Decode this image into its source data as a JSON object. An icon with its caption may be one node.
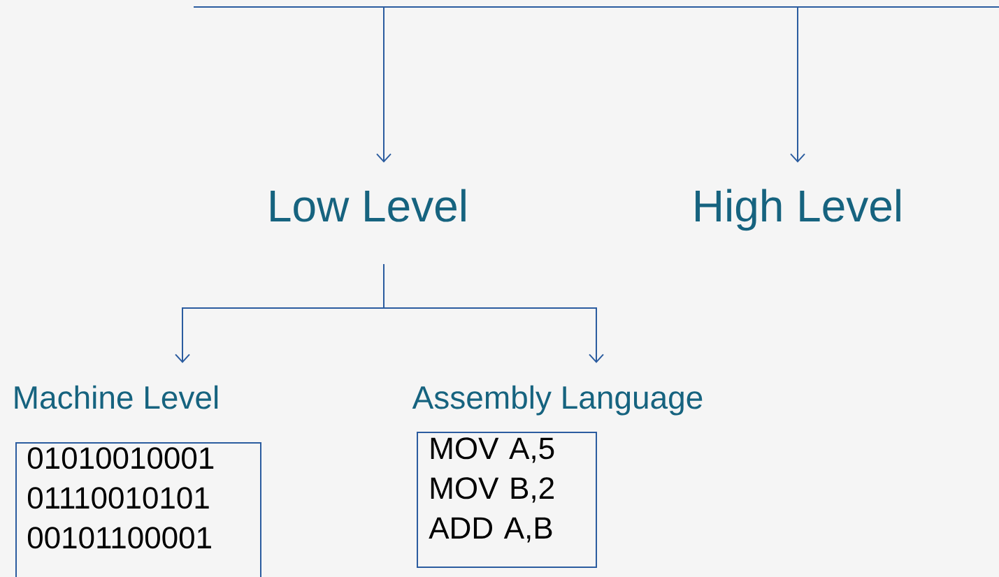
{
  "diagram": {
    "nodes": [
      {
        "text": [
          "Low Level"
        ]
      },
      {
        "text": [
          "High Level"
        ]
      },
      {
        "text": [
          "Machine Level",
          "01010010001 01110010101 00101100001"
        ]
      },
      {
        "text": [
          "Assembly Language",
          "MOV A,5 MOV B,2 ADD A,B"
        ]
      }
    ],
    "edges": [
      {
        "from": null,
        "to": 0,
        "arrow": "to"
      },
      {
        "from": null,
        "to": 1,
        "arrow": "to"
      },
      {
        "from": 0,
        "to": 2,
        "arrow": "to"
      },
      {
        "from": 0,
        "to": 3,
        "arrow": "to"
      }
    ]
  }
}
